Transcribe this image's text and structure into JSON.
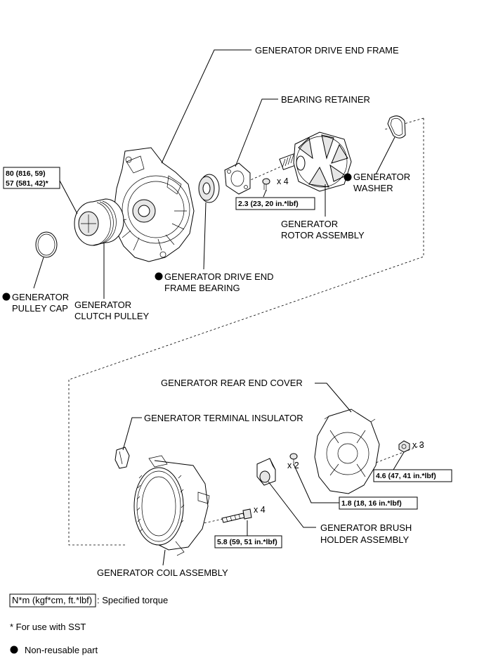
{
  "labels": {
    "drive_end_frame": "GENERATOR DRIVE END FRAME",
    "bearing_retainer": "BEARING RETAINER",
    "washer_1": "GENERATOR",
    "washer_2": "WASHER",
    "rotor_1": "GENERATOR",
    "rotor_2": "ROTOR ASSEMBLY",
    "de_bearing_1": "GENERATOR DRIVE END",
    "de_bearing_2": "FRAME BEARING",
    "pulley_cap_1": "GENERATOR",
    "pulley_cap_2": "PULLEY CAP",
    "clutch_pulley_1": "GENERATOR",
    "clutch_pulley_2": "CLUTCH PULLEY",
    "rear_end_cover": "GENERATOR REAR END COVER",
    "terminal_insulator": "GENERATOR TERMINAL INSULATOR",
    "brush_holder_1": "GENERATOR BRUSH",
    "brush_holder_2": "HOLDER ASSEMBLY",
    "coil_assembly": "GENERATOR COIL ASSEMBLY"
  },
  "torques": {
    "pulley_1": "80 (816, 59)",
    "pulley_2": "57 (581, 42)*",
    "retainer": "2.3 (23, 20 in.*lbf)",
    "cover_nut": "4.6 (47, 41 in.*lbf)",
    "brush_screw": "1.8 (18, 16 in.*lbf)",
    "coil_bolt": "5.8 (59, 51 in.*lbf)"
  },
  "quantities": {
    "retainer_screws": "x 4",
    "cover_nuts": "x 3",
    "brush_screws": "x 2",
    "coil_bolts": "x 4"
  },
  "legend": {
    "torque_unit": "N*m (kgf*cm, ft.*lbf)",
    "torque_desc": ": Specified torque",
    "sst_note": "* For use with SST",
    "non_reusable": "Non-reusable part"
  },
  "colors": {
    "line": "#000000",
    "background": "#ffffff"
  }
}
